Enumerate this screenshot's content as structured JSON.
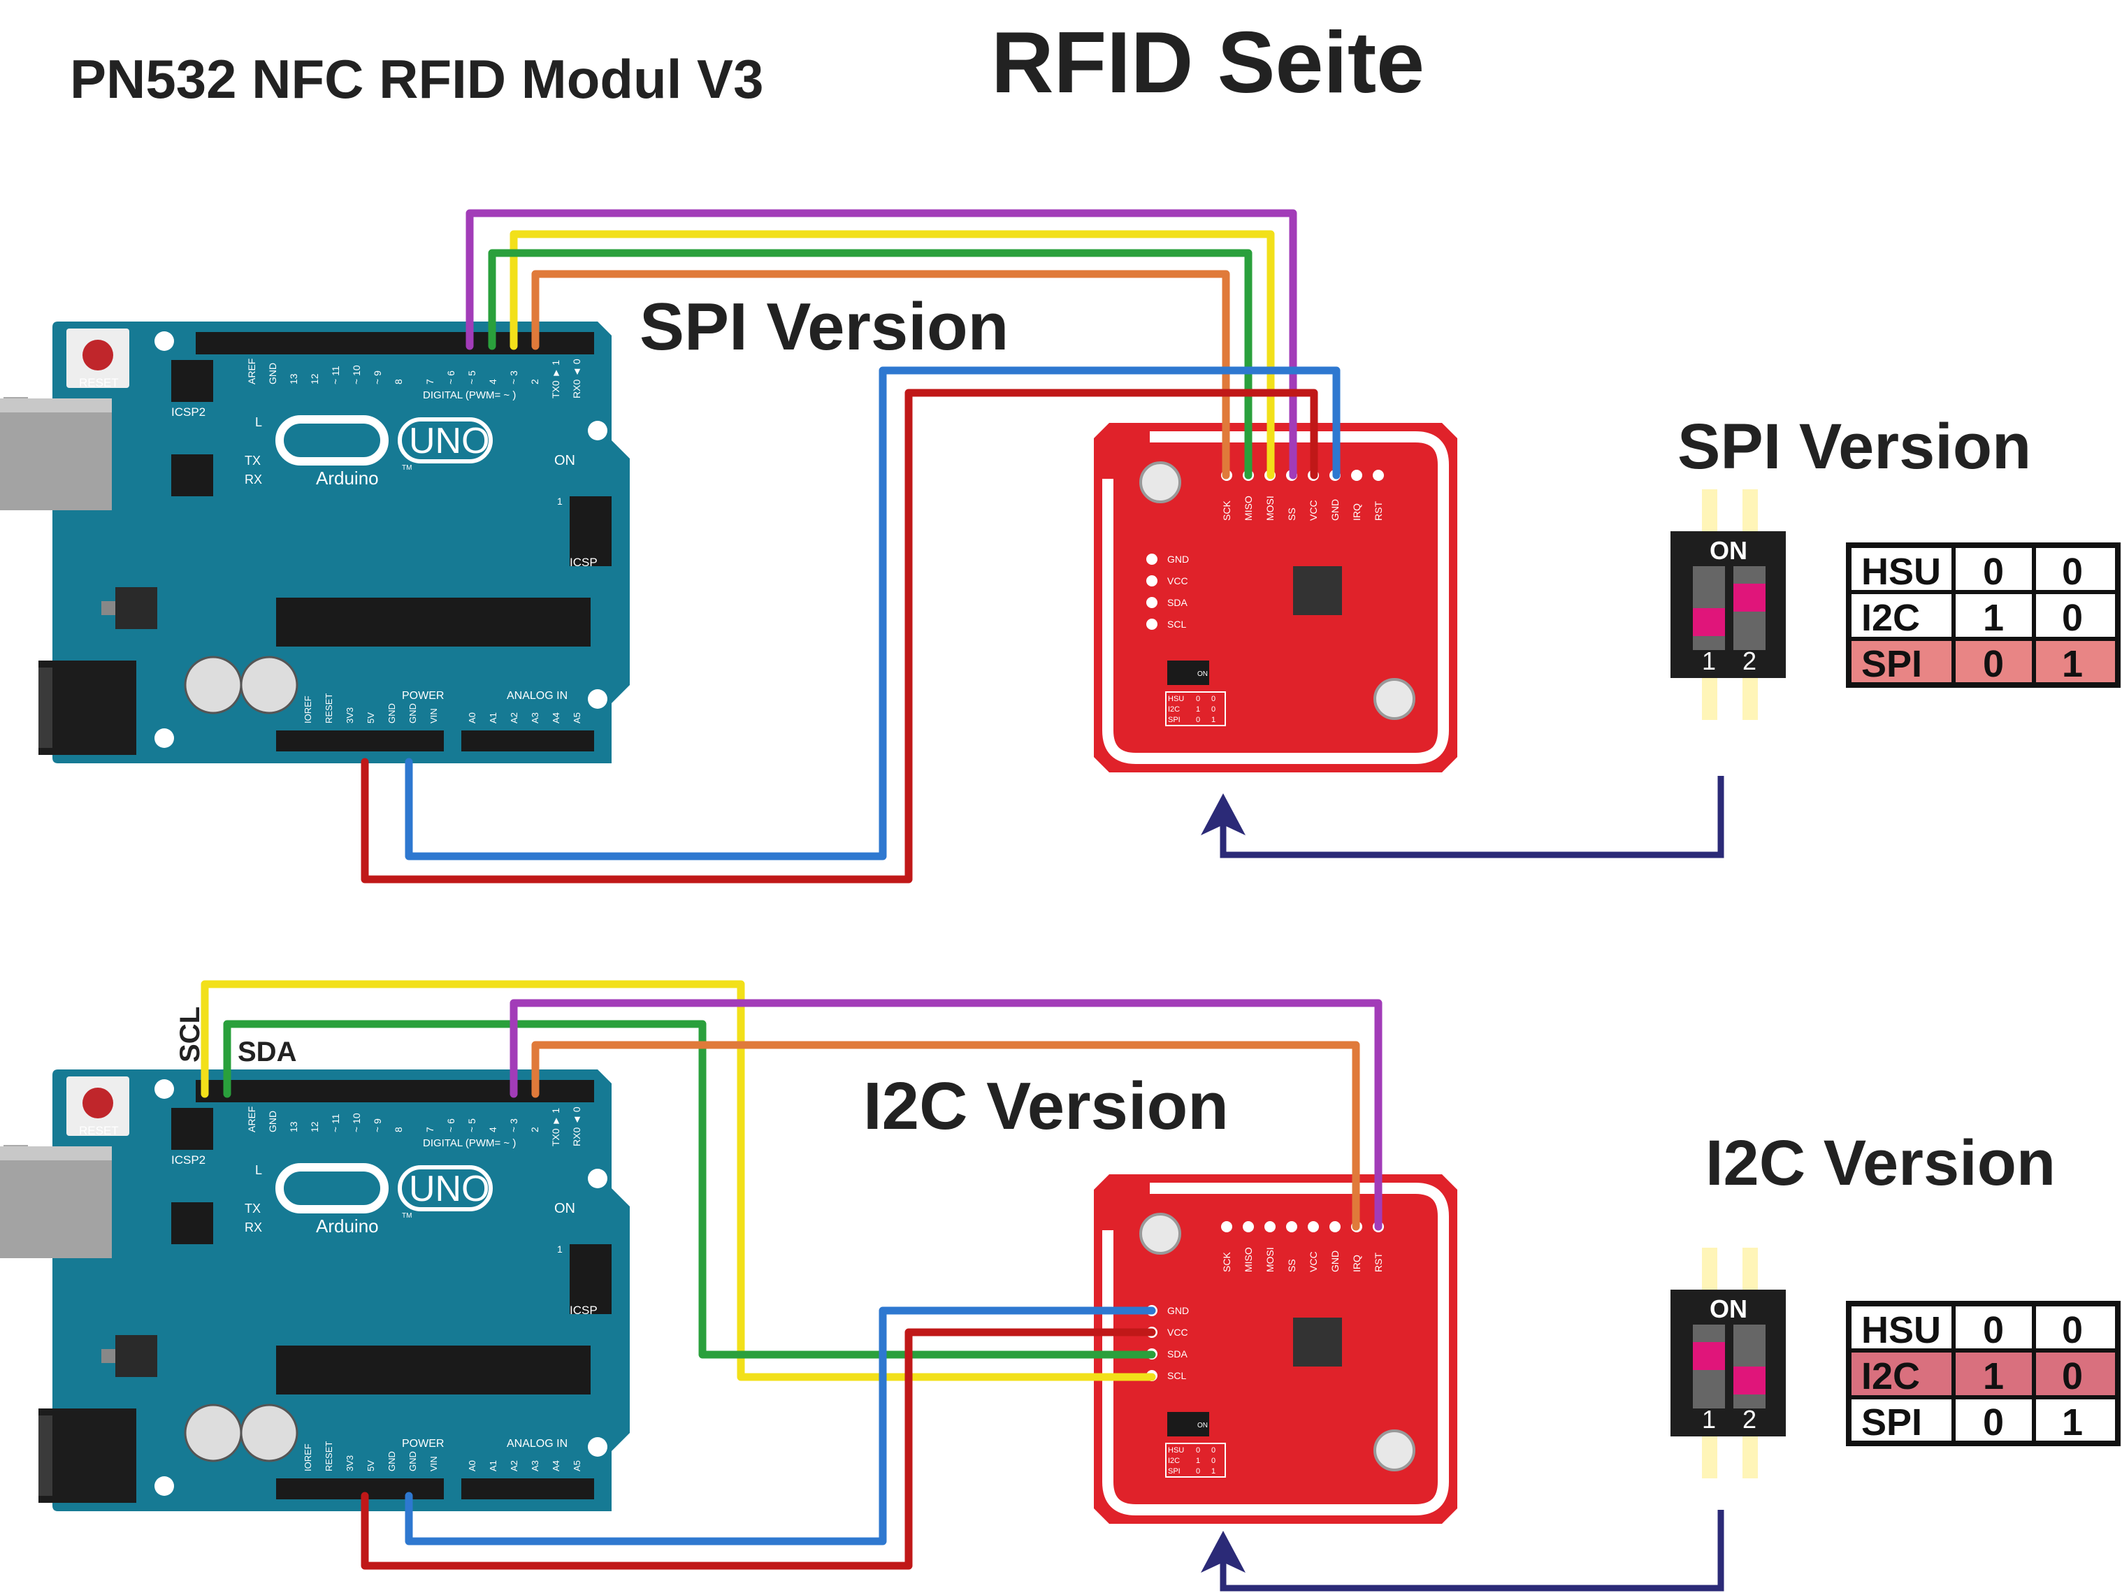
{
  "header": {
    "left_title": "PN532 NFC RFID Modul V3",
    "center_title": "RFID Seite"
  },
  "spi_section": {
    "label": "SPI Version",
    "switch_label": "SPI Version"
  },
  "i2c_section": {
    "label": "I2C Version",
    "switch_label": "I2C Version",
    "scl_label": "SCL",
    "sda_label": "SDA"
  },
  "arduino": {
    "reset": "RESET",
    "icsp2": "ICSP2",
    "icsp": "ICSP",
    "digital": "DIGITAL (PWM= ~ )",
    "aref": "AREF",
    "gnd": "GND",
    "d13": "13",
    "d12": "12",
    "d11": "~ 11",
    "d10": "~ 10",
    "d9": "~ 9",
    "d8": "8",
    "d7": "7",
    "d6": "~ 6",
    "d5": "~ 5",
    "d4": "4",
    "d3": "~ 3",
    "d2": "2",
    "tx0": "TX0 ► 1",
    "rx0": "RX0 ◄ 0",
    "l": "L",
    "tx": "TX",
    "rx": "RX",
    "on": "ON",
    "uno": "UNO",
    "brand": "Arduino",
    "tm": "TM",
    "one": "1",
    "power": "POWER",
    "analog": "ANALOG IN",
    "ioref": "IOREF",
    "reset_pin": "RESET",
    "v33": "3V3",
    "v5": "5V",
    "gnd1": "GND",
    "gnd2": "GND",
    "vin": "VIN",
    "a0": "A0",
    "a1": "A1",
    "a2": "A2",
    "a3": "A3",
    "a4": "A4",
    "a5": "A5"
  },
  "pn532": {
    "top_pins": [
      "SCK",
      "MISO",
      "MOSI",
      "SS",
      "VCC",
      "GND",
      "IRQ",
      "RST"
    ],
    "side_pins": [
      "GND",
      "VCC",
      "SDA",
      "SCL"
    ],
    "mini_table": [
      [
        "HSU",
        "0",
        "0"
      ],
      [
        "I2C",
        "1",
        "0"
      ],
      [
        "SPI",
        "0",
        "1"
      ]
    ],
    "mini_on": "ON"
  },
  "dip_switch": {
    "on_label": "ON",
    "num1": "1",
    "num2": "2"
  },
  "mode_table": {
    "rows": [
      {
        "mode": "HSU",
        "s1": "0",
        "s2": "0"
      },
      {
        "mode": "I2C",
        "s1": "1",
        "s2": "0"
      },
      {
        "mode": "SPI",
        "s1": "0",
        "s2": "1"
      }
    ]
  },
  "colors": {
    "arduino_board": "#167a94",
    "pn532_board": "#e0222a",
    "highlight_row": "#e88585",
    "highlight_row_i2c": "#d9707e",
    "switch_knob": "#e0157a",
    "arrow": "#2b2a77",
    "wire_purple": "#a23cb8",
    "wire_yellow": "#f2e01a",
    "wire_green": "#2aa03c",
    "wire_orange": "#e07a3a",
    "wire_blue": "#2e78d0",
    "wire_red": "#c01818"
  }
}
